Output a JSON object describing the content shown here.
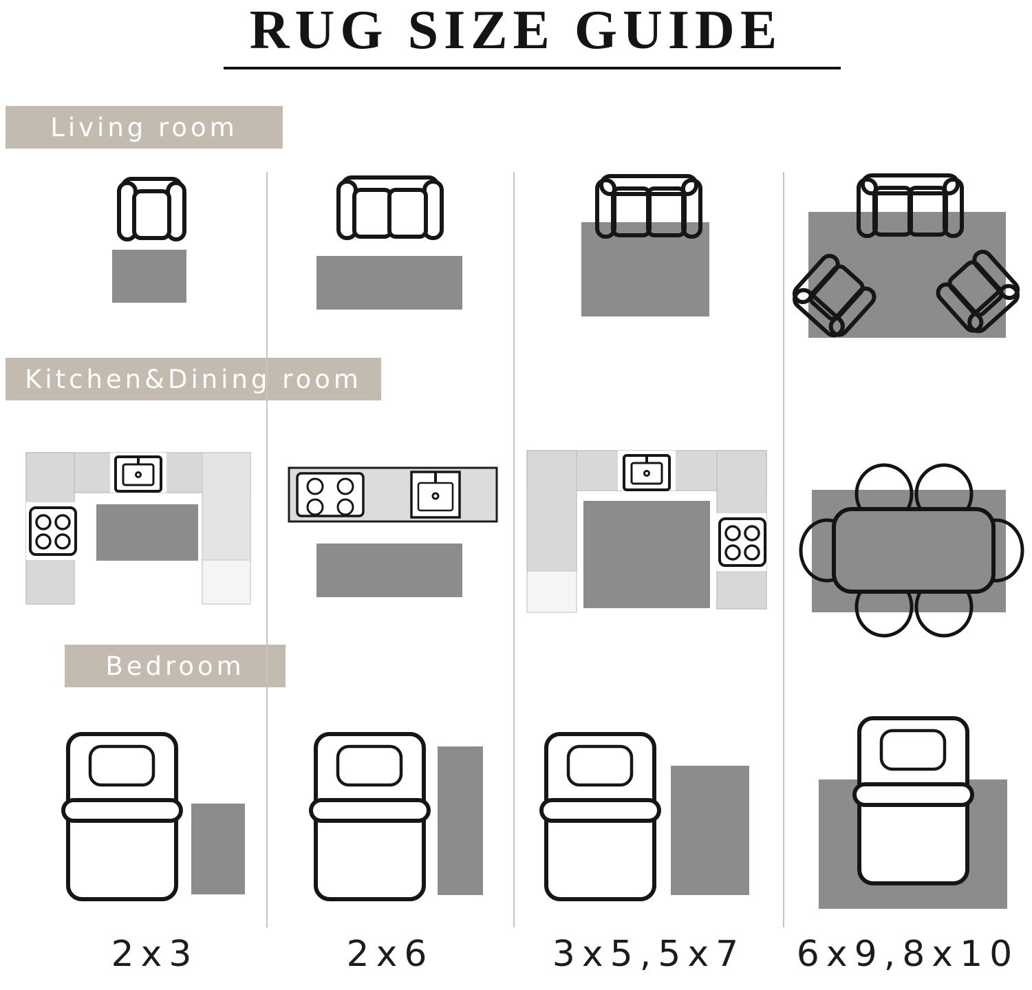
{
  "title": "RUG SIZE GUIDE",
  "sections": {
    "living": {
      "label": "Living room"
    },
    "kitchen": {
      "label": "Kitchen&Dining room"
    },
    "bedroom": {
      "label": "Bedroom"
    }
  },
  "columns": [
    {
      "size": "2x3"
    },
    {
      "size": "2x6"
    },
    {
      "size": "3x5,5x7"
    },
    {
      "size": "6x9,8x10"
    }
  ],
  "colors": {
    "label_background": "#c3bbb0",
    "rug_gray": "#8c8c8c",
    "counter_gray": "#d8d8d8",
    "counter_light": "#f5f5f5",
    "outline_black": "#161616",
    "divider": "#cac2b8"
  },
  "icons": {
    "armchair": "armchair-icon",
    "sofa": "sofa-icon",
    "bed": "bed-icon",
    "rug": "rug-swatch",
    "sink": "sink-icon",
    "stove": "stove-icon",
    "kitchen_counter": "kitchen-counter-icon",
    "dining_table": "dining-table-icon",
    "dining_chair": "dining-chair-icon"
  }
}
